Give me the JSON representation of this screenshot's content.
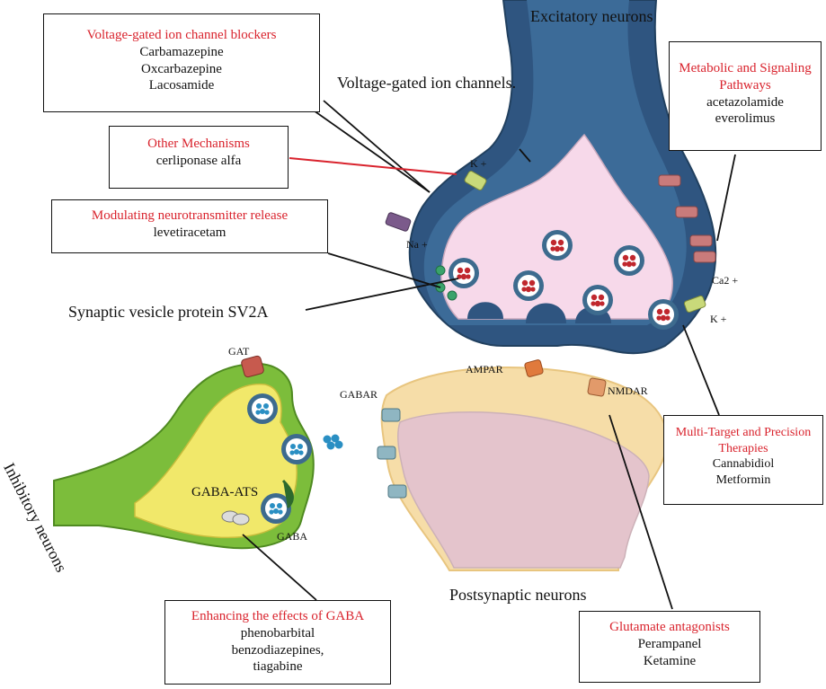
{
  "colors": {
    "accent_red": "#d9232d",
    "excitatory_dark": "#2f5580",
    "excitatory_light": "#f7d9ea",
    "vesicle": "#3d6b8e",
    "inhibitory_green": "#7cbd3b",
    "inhibitory_yellow": "#f1e86a",
    "gaba_vesicle": "#2a8fc3",
    "postsynaptic": "#e6c9cf",
    "postsynaptic_rim": "#f3d79b"
  },
  "labels": {
    "excitatory": "Excitatory neurons",
    "vgic": "Voltage-gated ion channels.",
    "k_top": "K +",
    "na": "Na +",
    "ca2": "Ca2 +",
    "k_right": "K +",
    "sv2a": "Synaptic vesicle protein SV2A",
    "ampar": "AMPAR",
    "nmdar": "NMDAR",
    "gabar": "GABAR",
    "gat": "GAT",
    "gaba_ats": "GABA-ATS",
    "gaba": "GABA",
    "inhibitory": "Inhibitory neurons",
    "postsynaptic": "Postsynaptic neurons"
  },
  "boxes": {
    "vgic_blockers": {
      "heading": "Voltage-gated ion channel blockers",
      "items": [
        "Carbamazepine",
        "Oxcarbazepine",
        "Lacosamide"
      ]
    },
    "other": {
      "heading": "Other Mechanisms",
      "items": [
        "cerliponase alfa"
      ]
    },
    "modulating": {
      "heading": "Modulating neurotransmitter release",
      "items": [
        "levetiracetam"
      ]
    },
    "metabolic": {
      "heading_lines": [
        "Metabolic and Signaling",
        "Pathways"
      ],
      "items": [
        "acetazolamide",
        "everolimus"
      ]
    },
    "multitarget": {
      "heading_lines": [
        "Multi-Target and Precision",
        "Therapies"
      ],
      "items": [
        "Cannabidiol",
        "Metformin"
      ]
    },
    "gaba_enh": {
      "heading": "Enhancing the effects of GABA",
      "items": [
        "phenobarbital",
        "benzodiazepines,",
        "tiagabine"
      ]
    },
    "glutamate": {
      "heading": "Glutamate antagonists",
      "items": [
        "Perampanel",
        "Ketamine"
      ]
    }
  }
}
